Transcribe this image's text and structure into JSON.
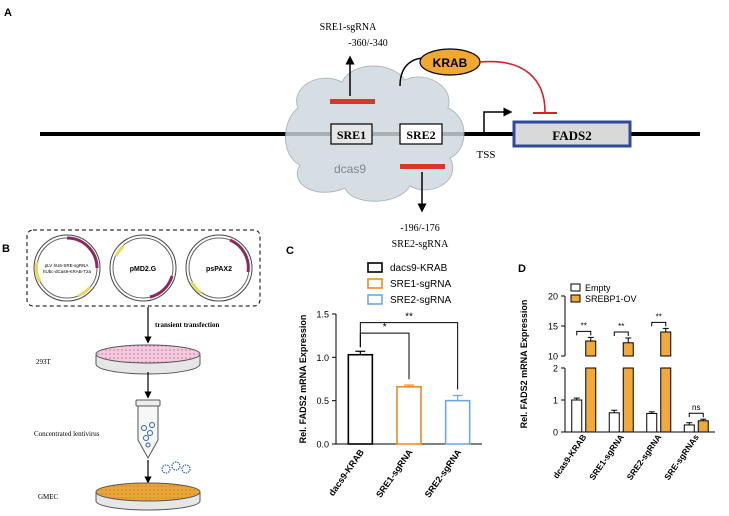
{
  "panel_a": {
    "label": "A",
    "sre1_sgrna_title": "SRE1-sgRNA",
    "sre1_sgrna_range": "-360/-340",
    "sre2_sgrna_range": "-196/-176",
    "sre2_sgrna_title": "SRE2-sgRNA",
    "krab": "KRAB",
    "sre1": "SRE1",
    "sre2": "SRE2",
    "dcas9": "dcas9",
    "tss": "TSS",
    "fads2": "FADS2"
  },
  "panel_b": {
    "label": "B",
    "plasmid1": "pLV hU6-SRE-sgRNA hUbc-dCas9-KRAB-T2a",
    "plasmid2": "pMD2.G",
    "plasmid3": "psPAX2",
    "step_transfection": "transient transfection",
    "dish1": "293T",
    "tube": "Concentrated lentivirus",
    "dish2": "GMEC"
  },
  "chart_data": [
    {
      "panel": "C",
      "type": "bar",
      "ylabel": "Rel. FADS2 mRNA Expression",
      "ylim": [
        0,
        1.5
      ],
      "yticks": [
        "0.0",
        "0.5",
        "1.0",
        "1.5"
      ],
      "categories": [
        "dacs9-KRAB",
        "SRE1-sgRNA",
        "SRE2-sgRNA"
      ],
      "values": [
        1.03,
        0.66,
        0.5
      ],
      "errors": [
        0.04,
        0.02,
        0.06
      ],
      "colors": [
        "#000000",
        "#f08a24",
        "#6fa8dc"
      ],
      "legend": [
        "dacs9-KRAB",
        "SRE1-sgRNA",
        "SRE2-sgRNA"
      ],
      "significance": [
        "*",
        "**"
      ]
    },
    {
      "panel": "D",
      "type": "bar",
      "ylabel": "Rel. FADS2 mRNA Expression",
      "yticks_lower": [
        "0",
        "1",
        "2"
      ],
      "yticks_upper": [
        "10",
        "15",
        "20"
      ],
      "categories": [
        "dcas9-KRAB",
        "SRE1-sgRNA",
        "SRE2-sgRNA",
        "SRE-sgRNAs"
      ],
      "series": [
        {
          "name": "Empty",
          "values": [
            1.0,
            0.6,
            0.58,
            0.22
          ],
          "errors": [
            0.06,
            0.08,
            0.05,
            0.07
          ],
          "color": "#ffffff"
        },
        {
          "name": "SREBP1-OV",
          "values": [
            12.5,
            12.2,
            14.0,
            0.35
          ],
          "errors": [
            0.6,
            0.8,
            0.6,
            0.05
          ],
          "color": "#f2a93b"
        }
      ],
      "significance": [
        "**",
        "**",
        "**",
        "ns"
      ]
    }
  ]
}
